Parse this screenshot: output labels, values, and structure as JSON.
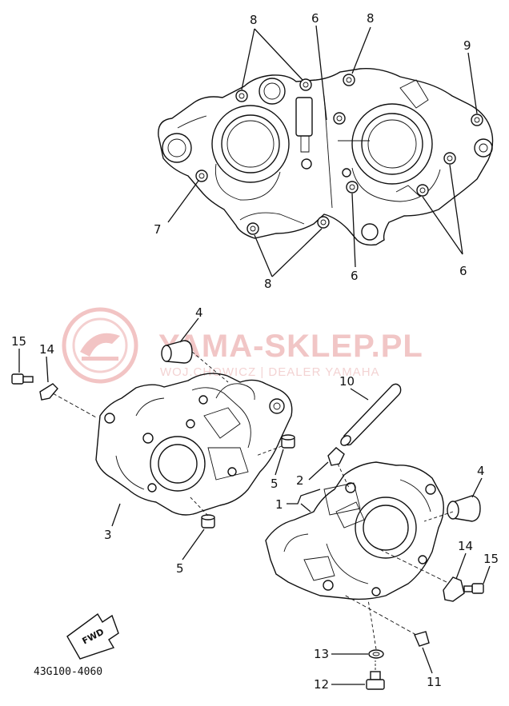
{
  "watermark": {
    "brand": "YAMA-SKLEP.PL",
    "dealer": "WOJ.CHOWICZ | DEALER YAMAHA"
  },
  "direction_label": "FWD",
  "diagram_code": "43G100-4060",
  "callouts": {
    "top_8_left": "8",
    "top_6": "6",
    "top_8_right": "8",
    "top_9": "9",
    "top_7": "7",
    "top_8_bottom": "8",
    "top_6_bottom_mid": "6",
    "top_6_bottom_right": "6",
    "left_15": "15",
    "left_14": "14",
    "left_4": "4",
    "left_3": "3",
    "left_5_upper": "5",
    "left_5_lower": "5",
    "right_10": "10",
    "right_2": "2",
    "right_1": "1",
    "right_4": "4",
    "right_14": "14",
    "right_15": "15",
    "right_13": "13",
    "right_12": "12",
    "right_11": "11"
  }
}
